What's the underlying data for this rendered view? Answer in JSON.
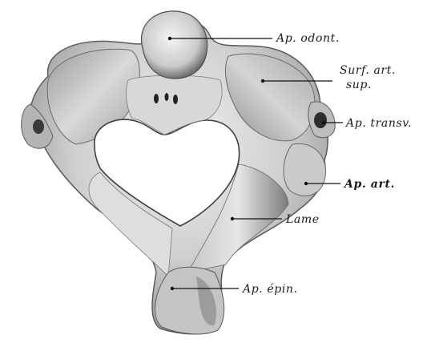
{
  "figure": {
    "labels": {
      "odontoid": "Ap. odont.",
      "superior_facet_line1": "Surf. art.",
      "superior_facet_line2": "sup.",
      "transverse": "Ap. transv.",
      "articular": "Ap. art.",
      "lamina": "Lame",
      "spinous": "Ap. épin."
    }
  },
  "colors": {
    "background": "#ffffff",
    "bone_light": "#e8e8e6",
    "bone_mid": "#b9b9b7",
    "bone_dark": "#6e6e6c",
    "ink": "#111111"
  }
}
